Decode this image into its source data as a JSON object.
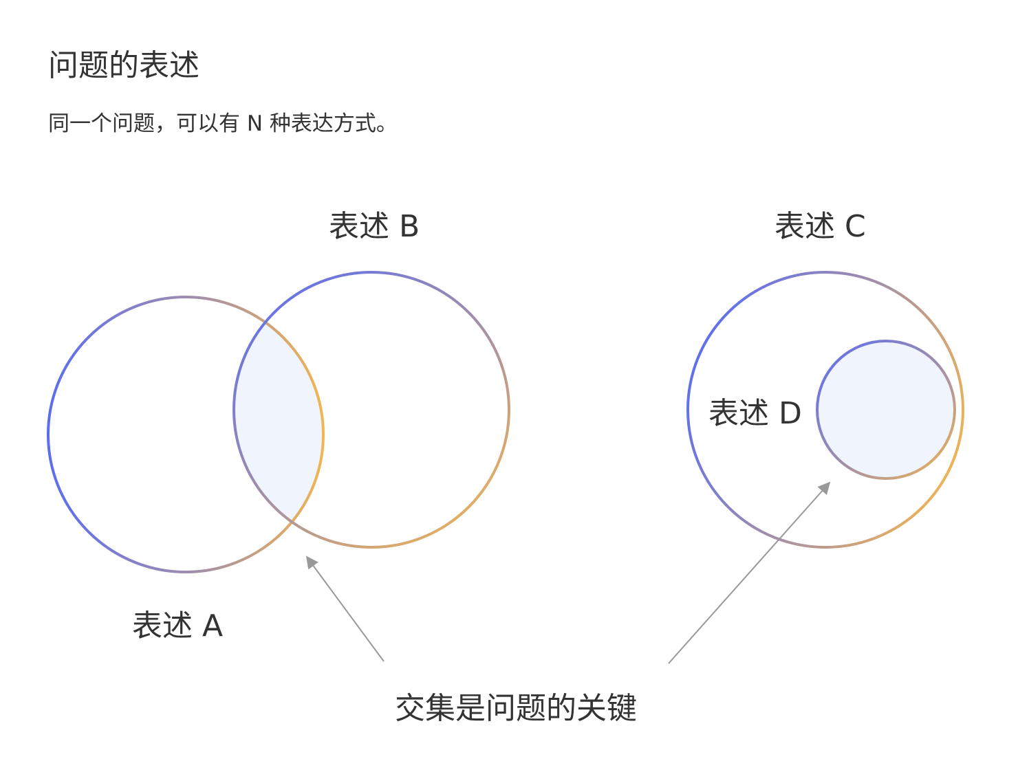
{
  "header": {
    "title": "问题的表述",
    "subtitle": "同一个问题，可以有 N 种表达方式。"
  },
  "diagram": {
    "labels": {
      "a": "表述 A",
      "b": "表述 B",
      "c": "表述 C",
      "d": "表述 D",
      "callout": "交集是问题的关键"
    },
    "colors": {
      "gradient_start": "#5b6ef0",
      "gradient_mid": "#a38fa8",
      "gradient_end": "#f2b552",
      "highlight_fill": "#eff4fd",
      "arrow": "#999999",
      "text": "#333333"
    }
  }
}
